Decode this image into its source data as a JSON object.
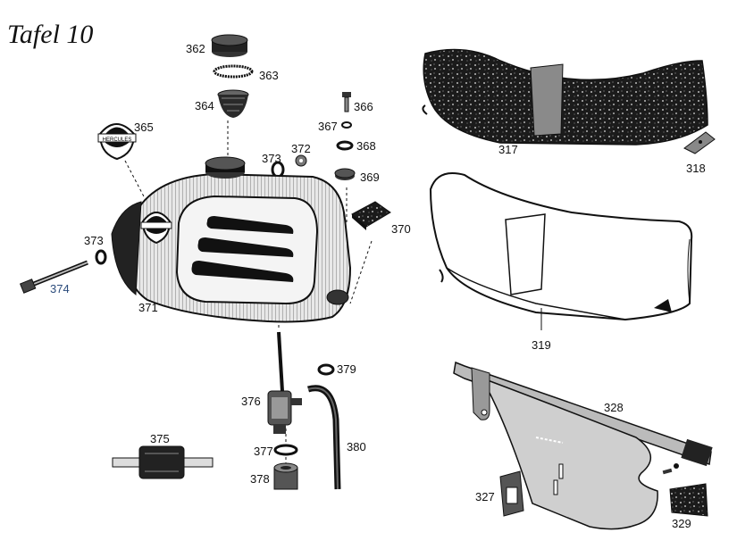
{
  "title": "Tafel 10",
  "labels": {
    "p317": "317",
    "p318": "318",
    "p319": "319",
    "p327": "327",
    "p328": "328",
    "p329": "329",
    "p362": "362",
    "p363": "363",
    "p364": "364",
    "p365": "365",
    "p366": "366",
    "p367": "367",
    "p368": "368",
    "p369": "369",
    "p370": "370",
    "p371": "371",
    "p372": "372",
    "p373a": "373",
    "p373b": "373",
    "p374": "374",
    "p375": "375",
    "p376": "376",
    "p377": "377",
    "p378": "378",
    "p379": "379",
    "p380": "380"
  },
  "emblem_text": "HERCULES",
  "colors": {
    "ink": "#111111",
    "label_blue": "#2c4c7c",
    "paper": "#ffffff",
    "grey": "#9a9a9a"
  }
}
